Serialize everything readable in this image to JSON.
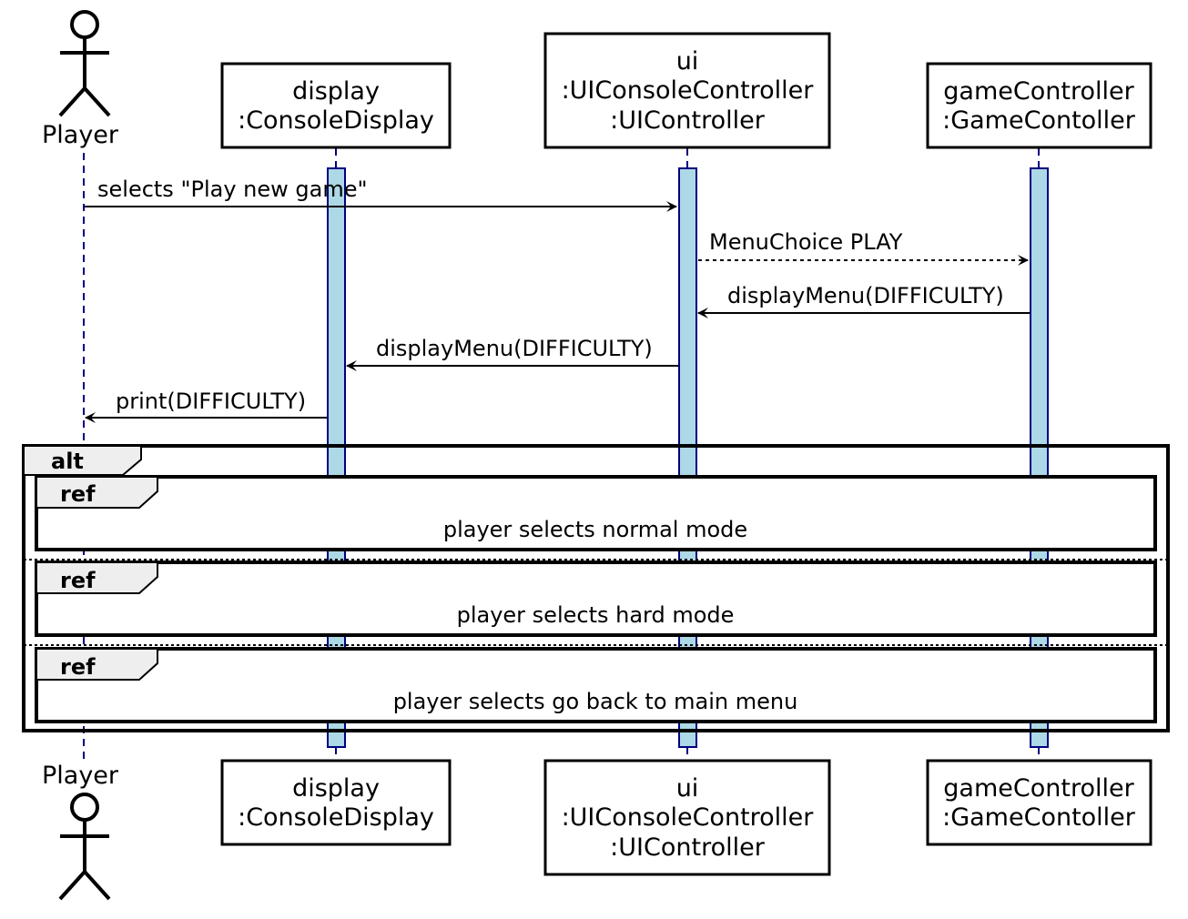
{
  "participants": [
    {
      "id": "player",
      "kind": "actor",
      "label": "Player"
    },
    {
      "id": "display",
      "kind": "box",
      "lines": [
        "display",
        ":ConsoleDisplay"
      ]
    },
    {
      "id": "ui",
      "kind": "box",
      "lines": [
        "ui",
        ":UIConsoleController",
        ":UIController"
      ]
    },
    {
      "id": "game",
      "kind": "box",
      "lines": [
        "gameController",
        ":GameContoller"
      ]
    }
  ],
  "messages": [
    {
      "label": "selects \"Play new game\"",
      "from": "player",
      "to": "ui",
      "style": "solid"
    },
    {
      "label": "MenuChoice PLAY",
      "from": "ui",
      "to": "game",
      "style": "dashed"
    },
    {
      "label": "displayMenu(DIFFICULTY)",
      "from": "game",
      "to": "ui",
      "style": "solid"
    },
    {
      "label": "displayMenu(DIFFICULTY)",
      "from": "ui",
      "to": "display",
      "style": "solid"
    },
    {
      "label": "print(DIFFICULTY)",
      "from": "display",
      "to": "player",
      "style": "solid"
    }
  ],
  "fragment": {
    "keyword": "alt",
    "refs": [
      {
        "keyword": "ref",
        "text": "player selects normal mode"
      },
      {
        "keyword": "ref",
        "text": "player selects hard mode"
      },
      {
        "keyword": "ref",
        "text": "player selects go back to main menu"
      }
    ]
  },
  "colors": {
    "activation_fill": "#add8e6",
    "lifeline": "#000080",
    "tab_fill": "#eeeeee"
  }
}
